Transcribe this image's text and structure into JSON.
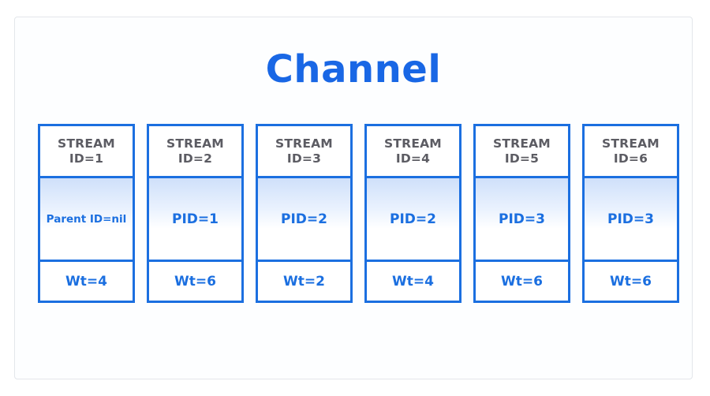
{
  "panel": {
    "title": "Channel",
    "title_color": "#1967e5",
    "border_color": "#e3e6ea",
    "background": "#fdfeff"
  },
  "theme": {
    "box_border_color": "#1b6fe0",
    "header_text_color": "#5c5c63",
    "value_text_color": "#1b6fe0",
    "gradient_top": "#cfe0fa",
    "gradient_bottom": "#ffffff"
  },
  "streams": [
    {
      "header_line1": "STREAM",
      "header_line2": "ID=1",
      "parent": "Parent ID=nil",
      "parent_size": "small",
      "weight": "Wt=4"
    },
    {
      "header_line1": "STREAM",
      "header_line2": "ID=2",
      "parent": "PID=1",
      "parent_size": "big",
      "weight": "Wt=6"
    },
    {
      "header_line1": "STREAM",
      "header_line2": "ID=3",
      "parent": "PID=2",
      "parent_size": "big",
      "weight": "Wt=2"
    },
    {
      "header_line1": "STREAM",
      "header_line2": "ID=4",
      "parent": "PID=2",
      "parent_size": "big",
      "weight": "Wt=4"
    },
    {
      "header_line1": "STREAM",
      "header_line2": "ID=5",
      "parent": "PID=3",
      "parent_size": "big",
      "weight": "Wt=6"
    },
    {
      "header_line1": "STREAM",
      "header_line2": "ID=6",
      "parent": "PID=3",
      "parent_size": "big",
      "weight": "Wt=6"
    }
  ]
}
